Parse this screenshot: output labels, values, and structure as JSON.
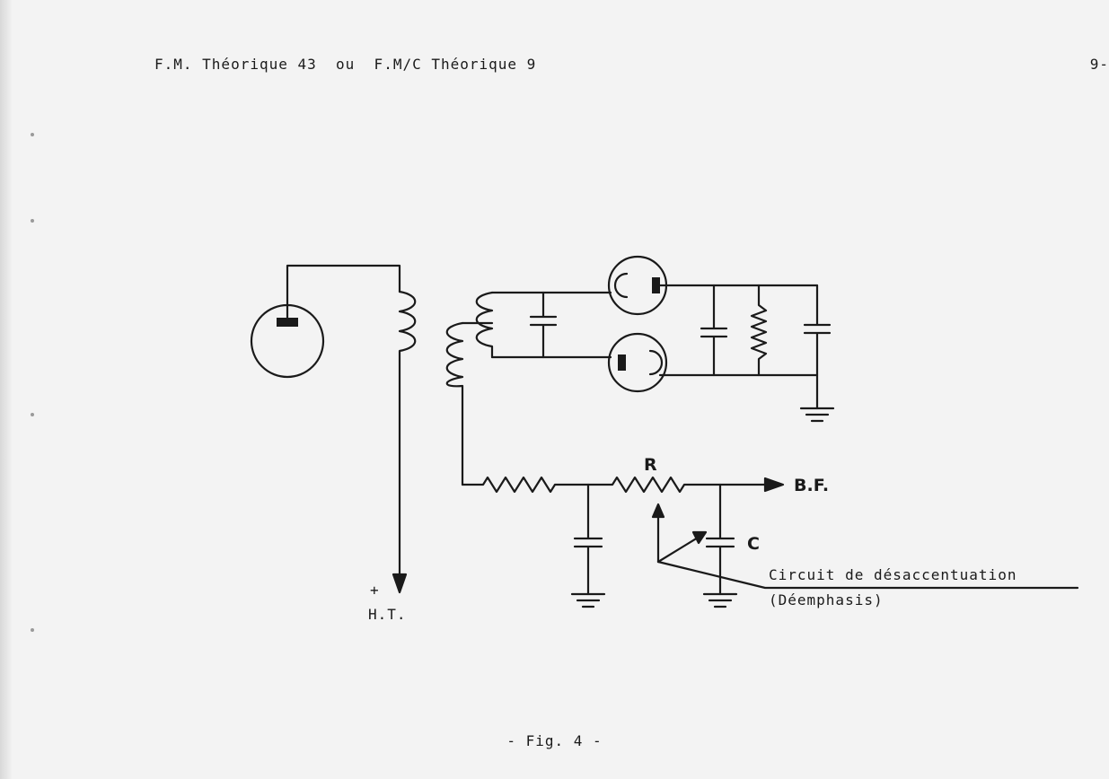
{
  "header": {
    "title": "F.M. Théorique 43  ou  F.M/C Théorique 9",
    "page_number": "9-"
  },
  "schematic": {
    "output_label": "B.F.",
    "resistor_label": "R",
    "capacitor_label": "C",
    "ht_plus": "+",
    "ht_label": "H.T.",
    "annotation_line1": "Circuit de désaccentuation",
    "annotation_line2": "(Déemphasis)"
  },
  "caption": "- Fig. 4 -"
}
